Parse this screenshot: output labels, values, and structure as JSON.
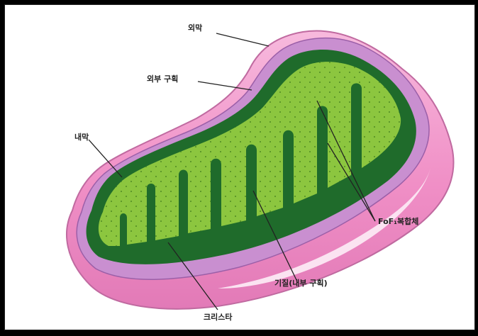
{
  "labels": {
    "outer_membrane": "외막",
    "intermembrane_space": "외부 구획",
    "inner_membrane": "내막",
    "atp_synthase": "FoF₁복합체",
    "matrix": "기질(내부 구획)",
    "cristae": "크리스타"
  },
  "colors": {
    "outer_membrane": "#f29fcf",
    "intermembrane_space": "#c98fd0",
    "inner_membrane": "#1f6b2b",
    "matrix": "#8cc63f",
    "leader_line": "#222222"
  }
}
